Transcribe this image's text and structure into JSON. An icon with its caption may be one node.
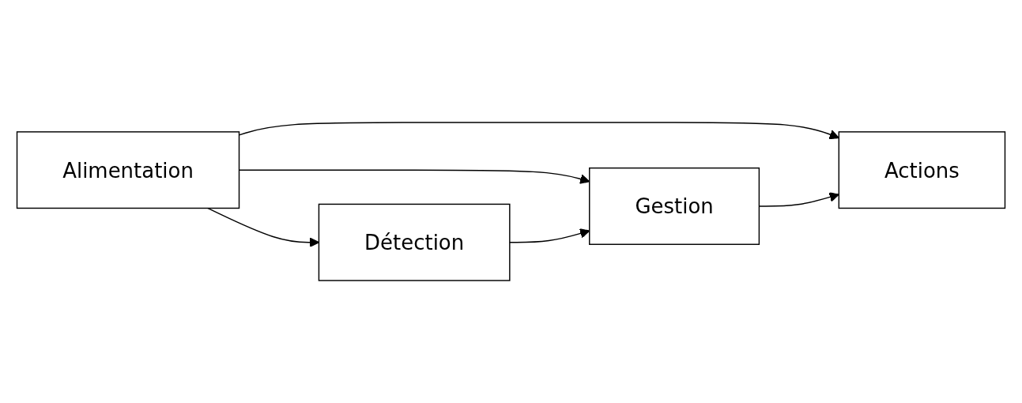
{
  "diagram": {
    "nodes": [
      {
        "text": [
          "Alimentation"
        ]
      },
      {
        "text": [
          "Détection"
        ]
      },
      {
        "text": [
          "Gestion"
        ]
      },
      {
        "text": [
          "Actions"
        ]
      }
    ],
    "edges": [
      {
        "from": 0,
        "to": 1,
        "arrow": "to"
      },
      {
        "from": 0,
        "to": 2,
        "arrow": "to"
      },
      {
        "from": 0,
        "to": 3,
        "arrow": "to"
      },
      {
        "from": 1,
        "to": 2,
        "arrow": "to"
      },
      {
        "from": 2,
        "to": 3,
        "arrow": "to"
      }
    ]
  }
}
